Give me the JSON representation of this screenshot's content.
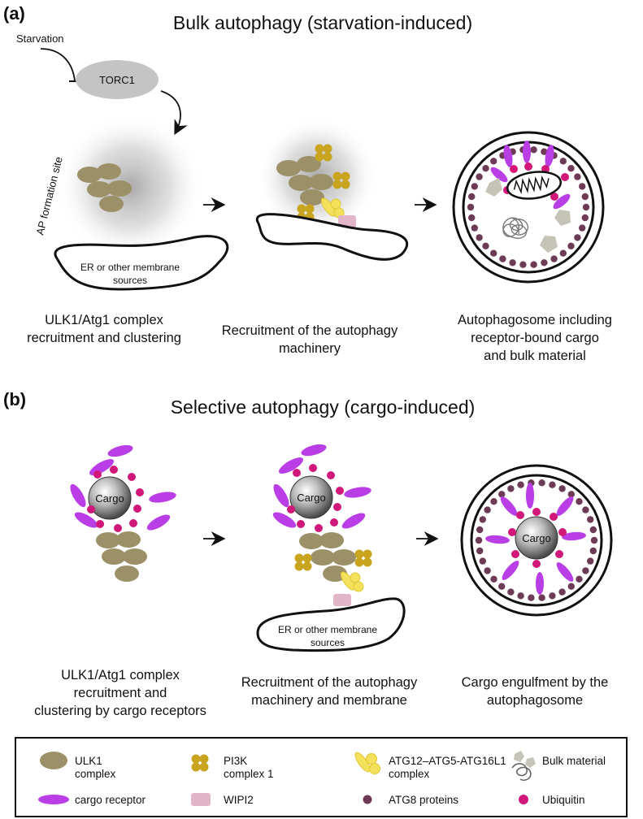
{
  "panel_a": {
    "letter": "(a)",
    "title": "Bulk autophagy (starvation-induced)",
    "starvation_label": "Starvation",
    "torc1_label": "TORC1",
    "ap_site_label": "AP formation site",
    "er_label_line1": "ER or other membrane",
    "er_label_line2": "sources",
    "captions": {
      "step1": [
        "ULK1/Atg1 complex",
        "recruitment and clustering"
      ],
      "step2": [
        "Recruitment of the autophagy",
        "machinery"
      ],
      "step3": [
        "Autophagosome including",
        "receptor-bound cargo",
        "and bulk material"
      ]
    }
  },
  "panel_b": {
    "letter": "(b)",
    "title": "Selective autophagy (cargo-induced)",
    "cargo_label": "Cargo",
    "er_label_line1": "ER or other membrane",
    "er_label_line2": "sources",
    "captions": {
      "step1": [
        "ULK1/Atg1 complex",
        "recruitment and",
        "clustering by cargo receptors"
      ],
      "step2": [
        "Recruitment of the autophagy",
        "machinery and membrane"
      ],
      "step3": [
        "Cargo engulfment by the",
        "autophagosome"
      ]
    }
  },
  "legend": {
    "ulk1": [
      "ULK1",
      "complex"
    ],
    "pi3k": [
      "PI3K",
      "complex 1"
    ],
    "atg12": [
      "ATG12–ATG5-ATG16L1",
      "complex"
    ],
    "bulk": "Bulk material",
    "receptor": "cargo receptor",
    "wipi2": "WIPI2",
    "atg8": "ATG8 proteins",
    "ubiquitin": "Ubiquitin"
  },
  "colors": {
    "ulk1": "#9c9068",
    "pi3k": "#c9a41e",
    "atg12": "#f3e15c",
    "receptor": "#b93ee6",
    "ubiquitin": "#d2177a",
    "atg8": "#6d3b55",
    "wipi2": "#e3b5c9",
    "torc1": "#c4c4c4",
    "bulk": "#c6c4b6"
  }
}
